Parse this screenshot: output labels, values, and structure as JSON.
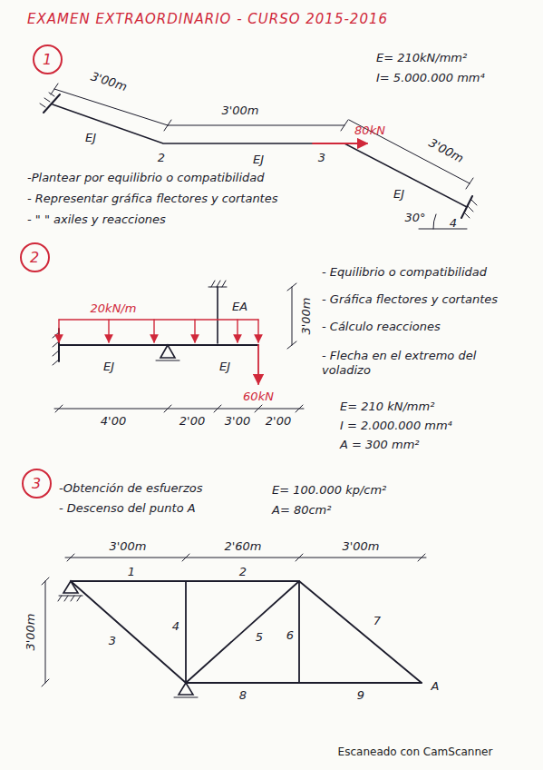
{
  "diagram": {
    "title": "EXAMEN EXTRAORDINARIO - CURSO 2015-2016",
    "nodes": [
      {
        "text": [
          "1"
        ]
      },
      {
        "text": [
          "2"
        ]
      },
      {
        "text": [
          "3"
        ]
      }
    ],
    "labels": [
      "3'00m",
      "3'00m",
      "3'00m",
      "EJ",
      "EJ",
      "EJ",
      "2",
      "3",
      "4",
      "80kN",
      "E= 210kN/mm²",
      "I= 5.000.000 mm⁴",
      "30°",
      "-Plantear por equilibrio o compatibilidad",
      "- Representar gráfica flectores y cortantes",
      "- \" \" axiles y reacciones",
      "20kN/m",
      "EA",
      "3'00m",
      "EJ",
      "EJ",
      "60kN",
      "4'00",
      "2'00",
      "3'00",
      "2'00",
      "- Equilibrio o compatibilidad",
      "- Gráfica flectores y cortantes",
      "- Cálculo reacciones",
      "- Flecha en el extremo del voladizo",
      "E= 210 kN/mm²",
      "I = 2.000.000 mm⁴",
      "A = 300 mm²",
      "-Obtención de esfuerzos",
      "- Descenso del punto A",
      "E= 100.000 kp/cm²",
      "A= 80cm²",
      "3'00m",
      "2'60m",
      "3'00m",
      "3'00m",
      "1",
      "2",
      "3",
      "4",
      "5",
      "6",
      "7",
      "8",
      "9",
      "A",
      "Escaneado con CamScanner"
    ]
  }
}
